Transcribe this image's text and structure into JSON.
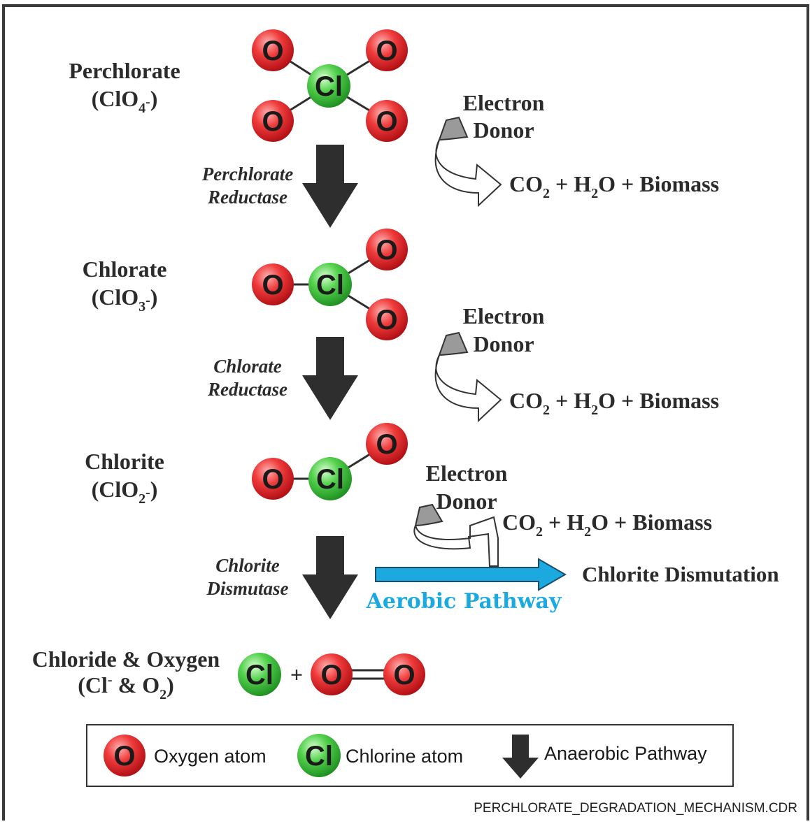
{
  "colors": {
    "oxygen": "#e8262b",
    "chlorine": "#3ec23e",
    "arrow": "#2e2e2e",
    "aerobic": "#1ba9e0",
    "text": "#2b2b2b"
  },
  "atoms": {
    "oxygen": "O",
    "chlorine": "Cl"
  },
  "species": {
    "perchlorate": {
      "name": "Perchlorate",
      "formula": "(ClO",
      "sub": "4",
      "sup": "-",
      "close": ")"
    },
    "chlorate": {
      "name": "Chlorate",
      "formula": "(ClO",
      "sub": "3",
      "sup": "-",
      "close": ")"
    },
    "chlorite": {
      "name": "Chlorite",
      "formula": "(ClO",
      "sub": "2",
      "sup": "-",
      "close": ")"
    },
    "chloride": {
      "name": "Chloride & Oxygen",
      "f1": "(Cl",
      "sup": "-",
      "f2": " & O",
      "sub": "2",
      "close": ")"
    }
  },
  "enzymes": {
    "perchlorate_reductase": [
      "Perchlorate",
      "Reductase"
    ],
    "chlorate_reductase": [
      "Chlorate",
      "Reductase"
    ],
    "chlorite_dismutase": [
      "Chlorite",
      "Dismutase"
    ]
  },
  "electron_donor": [
    "Electron",
    "Donor"
  ],
  "products": {
    "co": "CO",
    "co_sub": "2",
    "h": " + H",
    "h_sub": "2",
    "rest": "O + Biomass"
  },
  "plus": "+",
  "aerobic": {
    "label": "Aerobic Pathway",
    "result": "Chlorite Dismutation"
  },
  "legend": {
    "oxygen_label": "Oxygen atom",
    "chlorine_label": "Chlorine atom",
    "anaerobic_label": "Anaerobic Pathway"
  },
  "footer": "PERCHLORATE_DEGRADATION_MECHANISM.CDR"
}
